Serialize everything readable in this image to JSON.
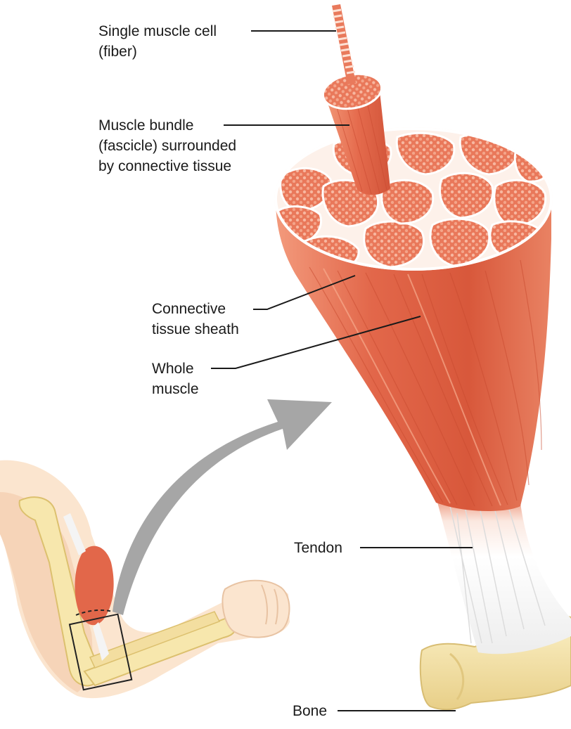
{
  "labels": {
    "fiber": {
      "line1": "Single muscle cell",
      "line2": "(fiber)"
    },
    "bundle": {
      "line1": "Muscle bundle",
      "line2": "(fascicle) surrounded",
      "line3": "by connective tissue"
    },
    "sheath": {
      "line1": "Connective",
      "line2": "tissue sheath"
    },
    "whole": {
      "line1": "Whole",
      "line2": "muscle"
    },
    "tendon": {
      "line1": "Tendon"
    },
    "bone": {
      "line1": "Bone"
    }
  },
  "colors": {
    "muscle": "#e2674a",
    "muscle_dark": "#c94a30",
    "muscle_light": "#f39a7c",
    "fascicle_fill": "#ef8a6c",
    "fiber_dot": "#f7b7a0",
    "sheath": "#fdf1ea",
    "tendon": "#f4f4f4",
    "bone": "#f5e3a8",
    "bone_shadow": "#e1c77f",
    "skin": "#fbe5cf",
    "arrow": "#a6a6a6",
    "leader": "#1a1a1a"
  }
}
